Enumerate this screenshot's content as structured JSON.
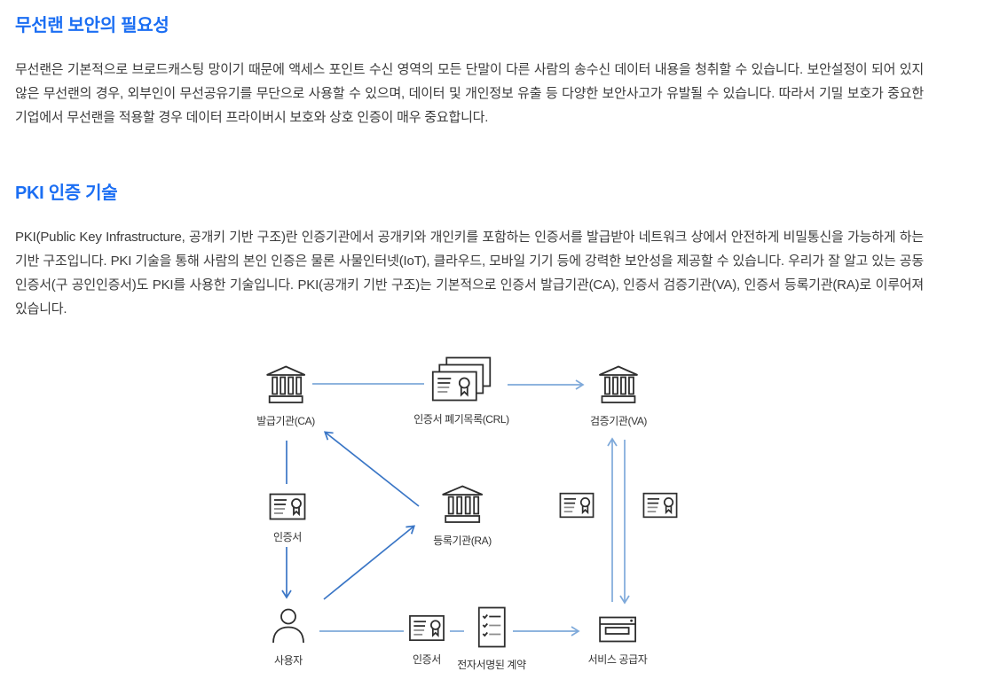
{
  "page": {
    "background": "#ffffff",
    "accent_color": "#1b6ef3",
    "text_color": "#3b3b3b",
    "icon_color": "#2e2e2e",
    "connector_light_color": "#7ea9da",
    "connector_strong_color": "#3a76c6"
  },
  "sections": [
    {
      "title": "무선랜 보안의 필요성",
      "body": "무선랜은 기본적으로 브로드캐스팅 망이기 때문에 액세스 포인트 수신 영역의 모든 단말이 다른 사람의 송수신 데이터 내용을 청취할 수 있습니다. 보안설정이 되어 있지 않은 무선랜의 경우, 외부인이 무선공유기를 무단으로 사용할 수 있으며, 데이터 및 개인정보 유출 등 다양한 보안사고가 유발될 수 있습니다. 따라서 기밀 보호가 중요한 기업에서 무선랜을 적용할 경우 데이터 프라이버시 보호와 상호 인증이 매우 중요합니다."
    },
    {
      "title": "PKI 인증 기술",
      "body": "PKI(Public Key Infrastructure, 공개키 기반 구조)란 인증기관에서 공개키와 개인키를 포함하는 인증서를 발급받아 네트워크 상에서 안전하게 비밀통신을 가능하게 하는 기반 구조입니다. PKI 기술을 통해 사람의 본인 인증은 물론 사물인터넷(IoT), 클라우드, 모바일 기기 등에 강력한 보안성을 제공할 수 있습니다. 우리가 잘 알고 있는 공동인증서(구 공인인증서)도 PKI를 사용한 기술입니다. PKI(공개키 기반 구조)는 기본적으로 인증서 발급기관(CA), 인증서 검증기관(VA), 인증서 등록기관(RA)로 이루어져 있습니다."
    }
  ],
  "diagram": {
    "nodes": [
      {
        "id": "ca",
        "icon": "bank-icon",
        "label": "발급기관(CA)"
      },
      {
        "id": "crl",
        "icon": "certificate-stack-icon",
        "label": "인증서 폐기목록(CRL)"
      },
      {
        "id": "va",
        "icon": "bank-icon",
        "label": "검증기관(VA)"
      },
      {
        "id": "cert-left",
        "icon": "certificate-icon",
        "label": "인증서"
      },
      {
        "id": "ra",
        "icon": "bank-icon",
        "label": "등록기관(RA)"
      },
      {
        "id": "cert-mid-left",
        "icon": "certificate-icon",
        "label": ""
      },
      {
        "id": "cert-mid-right",
        "icon": "certificate-icon",
        "label": ""
      },
      {
        "id": "user",
        "icon": "person-icon",
        "label": "사용자"
      },
      {
        "id": "cert-bottom",
        "icon": "certificate-icon",
        "label": "인증서"
      },
      {
        "id": "contract",
        "icon": "signed-contract-icon",
        "label": "전자서명된 계약"
      },
      {
        "id": "service",
        "icon": "service-provider-icon",
        "label": "서비스 공급자"
      }
    ]
  }
}
